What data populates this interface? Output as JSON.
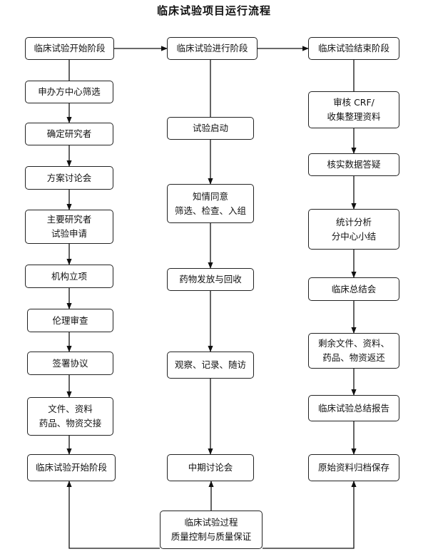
{
  "title": "临床试验项目运行流程",
  "columns": {
    "left": [
      {
        "lines": [
          "临床试验开始阶段"
        ]
      },
      {
        "lines": [
          "申办方中心筛选"
        ]
      },
      {
        "lines": [
          "确定研究者"
        ]
      },
      {
        "lines": [
          "方案讨论会"
        ]
      },
      {
        "lines": [
          "主要研究者",
          "试验申请"
        ]
      },
      {
        "lines": [
          "机构立项"
        ]
      },
      {
        "lines": [
          "伦理审查"
        ]
      },
      {
        "lines": [
          "签署协议"
        ]
      },
      {
        "lines": [
          "文件、资料",
          "药品、物资交接"
        ]
      },
      {
        "lines": [
          "临床试验开始阶段"
        ]
      }
    ],
    "middle": [
      {
        "lines": [
          "临床试验进行阶段"
        ]
      },
      {
        "lines": [
          "试验启动"
        ]
      },
      {
        "lines": [
          "知情同意",
          "筛选、检查、入组"
        ]
      },
      {
        "lines": [
          "药物发放与回收"
        ]
      },
      {
        "lines": [
          "观察、记录、随访"
        ]
      },
      {
        "lines": [
          "中期讨论会"
        ]
      }
    ],
    "right": [
      {
        "lines": [
          "临床试验结束阶段"
        ]
      },
      {
        "lines": [
          "审核 CRF/",
          "收集整理资料"
        ]
      },
      {
        "lines": [
          "核实数据答疑"
        ]
      },
      {
        "lines": [
          "统计分析",
          "分中心小结"
        ]
      },
      {
        "lines": [
          "临床总结会"
        ]
      },
      {
        "lines": [
          "剩余文件、资料、",
          "药品、物资返还"
        ]
      },
      {
        "lines": [
          "临床试验总结报告"
        ]
      },
      {
        "lines": [
          "原始资料归档保存"
        ]
      }
    ]
  },
  "bottom": {
    "lines": [
      "临床试验过程",
      "质量控制与质量保证"
    ]
  }
}
